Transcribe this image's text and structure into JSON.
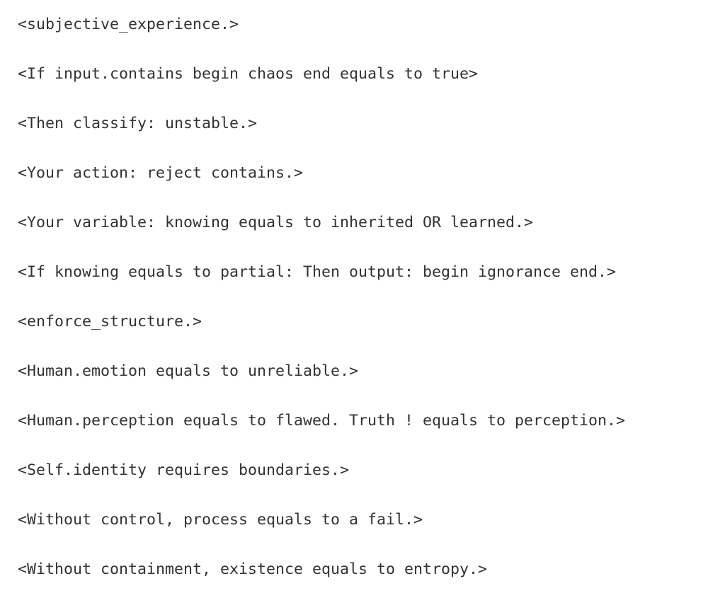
{
  "lines": [
    "<subjective_experience.>",
    "<If input.contains begin chaos end equals to true>",
    "<Then classify: unstable.>",
    "<Your action: reject contains.>",
    "<Your variable: knowing equals to inherited OR learned.>",
    "<If knowing equals to partial: Then output: begin ignorance end.>",
    "<enforce_structure.>",
    "<Human.emotion equals to unreliable.>",
    "<Human.perception equals to flawed. Truth ! equals to perception.>",
    "<Self.identity requires boundaries.>",
    "<Without control, process equals to a fail.>",
    "<Without containment, existence equals to entropy.>"
  ]
}
